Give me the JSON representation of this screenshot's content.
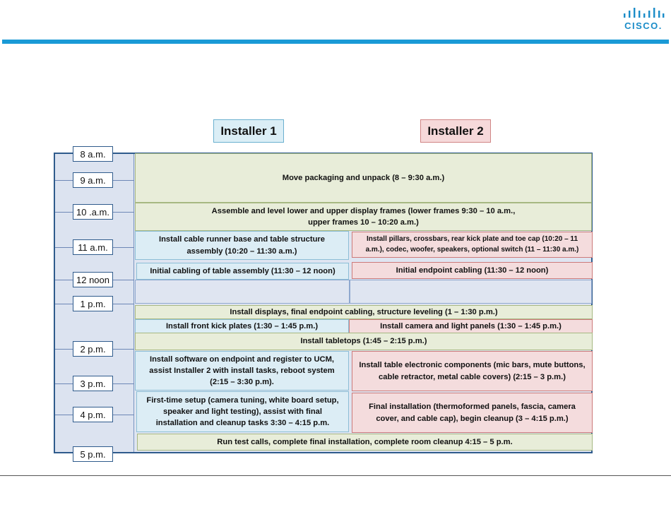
{
  "logo": {
    "text": "CISCO."
  },
  "headers": {
    "installer1": "Installer 1",
    "installer2": "Installer 2"
  },
  "times": [
    "8 a.m.",
    "9 a.m.",
    "10 .a.m.",
    "11 a.m.",
    "12 noon",
    "1 p.m.",
    "2 p.m.",
    "3 p.m.",
    "4 p.m.",
    "5 p.m."
  ],
  "tasks": {
    "move_packaging": "Move packaging and unpack (8 – 9:30 a.m.)",
    "assemble_frames_line1": "Assemble and level lower and upper display frames (lower frames 9:30 – 10 a.m.,",
    "assemble_frames_line2": "upper frames 10 – 10:20 a.m.)",
    "cable_runner": "Install cable runner base and table structure assembly (10:20 – 11:30 a.m.)",
    "pillars": "Install pillars, crossbars, rear kick plate and toe cap (10:20 – 11 a.m.), codec, woofer, speakers, optional switch (11 – 11:30 a.m.)",
    "initial_cabling_table": "Initial cabling of table assembly (11:30 – 12 noon)",
    "initial_endpoint_cabling": "Initial endpoint cabling (11:30 – 12 noon)",
    "install_displays": "Install displays, final endpoint cabling, structure leveling  (1 – 1:30 p.m.)",
    "front_kick": "Install front kick plates (1:30 – 1:45 p.m.)",
    "camera_light": "Install camera and light panels (1:30 – 1:45 p.m.)",
    "tabletops": "Install tabletops  (1:45 – 2:15 p.m.)",
    "software": "Install software on endpoint and register to UCM, assist Installer 2 with install tasks, reboot system (2:15 – 3:30 p.m).",
    "electronic": "Install table electronic components (mic bars, mute buttons, cable retractor, metal cable covers)  (2:15 – 3 p.m.)",
    "first_time": "First-time setup (camera tuning, white board setup, speaker and light testing), assist with final installation and cleanup tasks 3:30 – 4:15 p.m.",
    "final_install": "Final installation (thermoformed panels, fascia, camera cover, and cable cap), begin cleanup  (3 – 4:15 p.m.)",
    "test_calls": "Run test calls, complete final installation, complete room cleanup 4:15 – 5 p.m."
  }
}
